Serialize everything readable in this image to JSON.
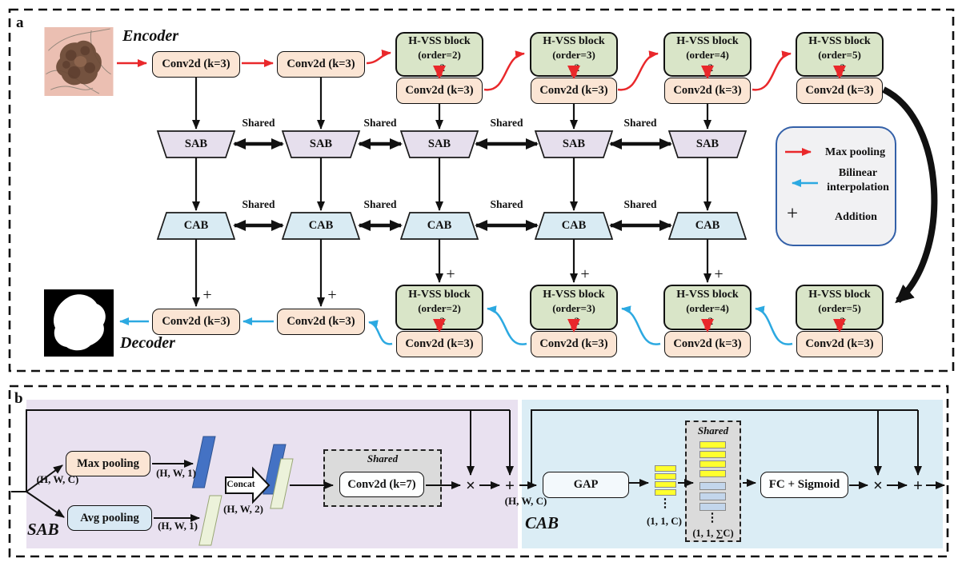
{
  "figure": {
    "panel_a_tag": "a",
    "panel_b_tag": "b"
  },
  "panel_a": {
    "encoder_label": "Encoder",
    "decoder_label": "Decoder",
    "conv_label": "Conv2d (k=3)",
    "hvss_title": "H-VSS block",
    "hvss_orders": [
      "(order=2)",
      "(order=3)",
      "(order=4)",
      "(order=5)"
    ],
    "hvss_repeat": "×2",
    "sab_label": "SAB",
    "cab_label": "CAB",
    "shared_label": "Shared",
    "plus": "+",
    "legend": {
      "max_pooling": "Max pooling",
      "bilinear_line1": "Bilinear",
      "bilinear_line2": "interpolation",
      "addition_symbol": "+",
      "addition": "Addition"
    }
  },
  "panel_b": {
    "sab_title": "SAB",
    "cab_title": "CAB",
    "max_pooling": "Max pooling",
    "avg_pooling": "Avg pooling",
    "concat": "Concat",
    "shared": "Shared",
    "conv7_label": "Conv2d (k=7)",
    "gap_label": "GAP",
    "fc_label": "FC + Sigmoid",
    "multiply": "×",
    "plus": "+",
    "dots": "⋮",
    "dims": {
      "hwc": "(H, W, C)",
      "hw1": "(H, W, 1)",
      "hw2": "(H, W, 2)",
      "c11": "(1, 1, C)",
      "sumc": "(1, 1, ∑C)"
    }
  },
  "colors": {
    "red_arrow": "#E9282B",
    "blue_arrow": "#2CA9E1",
    "hvss_fill": "#D9E5C8",
    "conv_fill": "#FBE5D4",
    "sab_fill": "#E6DFED",
    "cab_fill": "#D9EBF3",
    "legend_border": "#3360A8",
    "panel_sab_bg": "#E9E1F0",
    "panel_cab_bg": "#DBEDF5"
  }
}
